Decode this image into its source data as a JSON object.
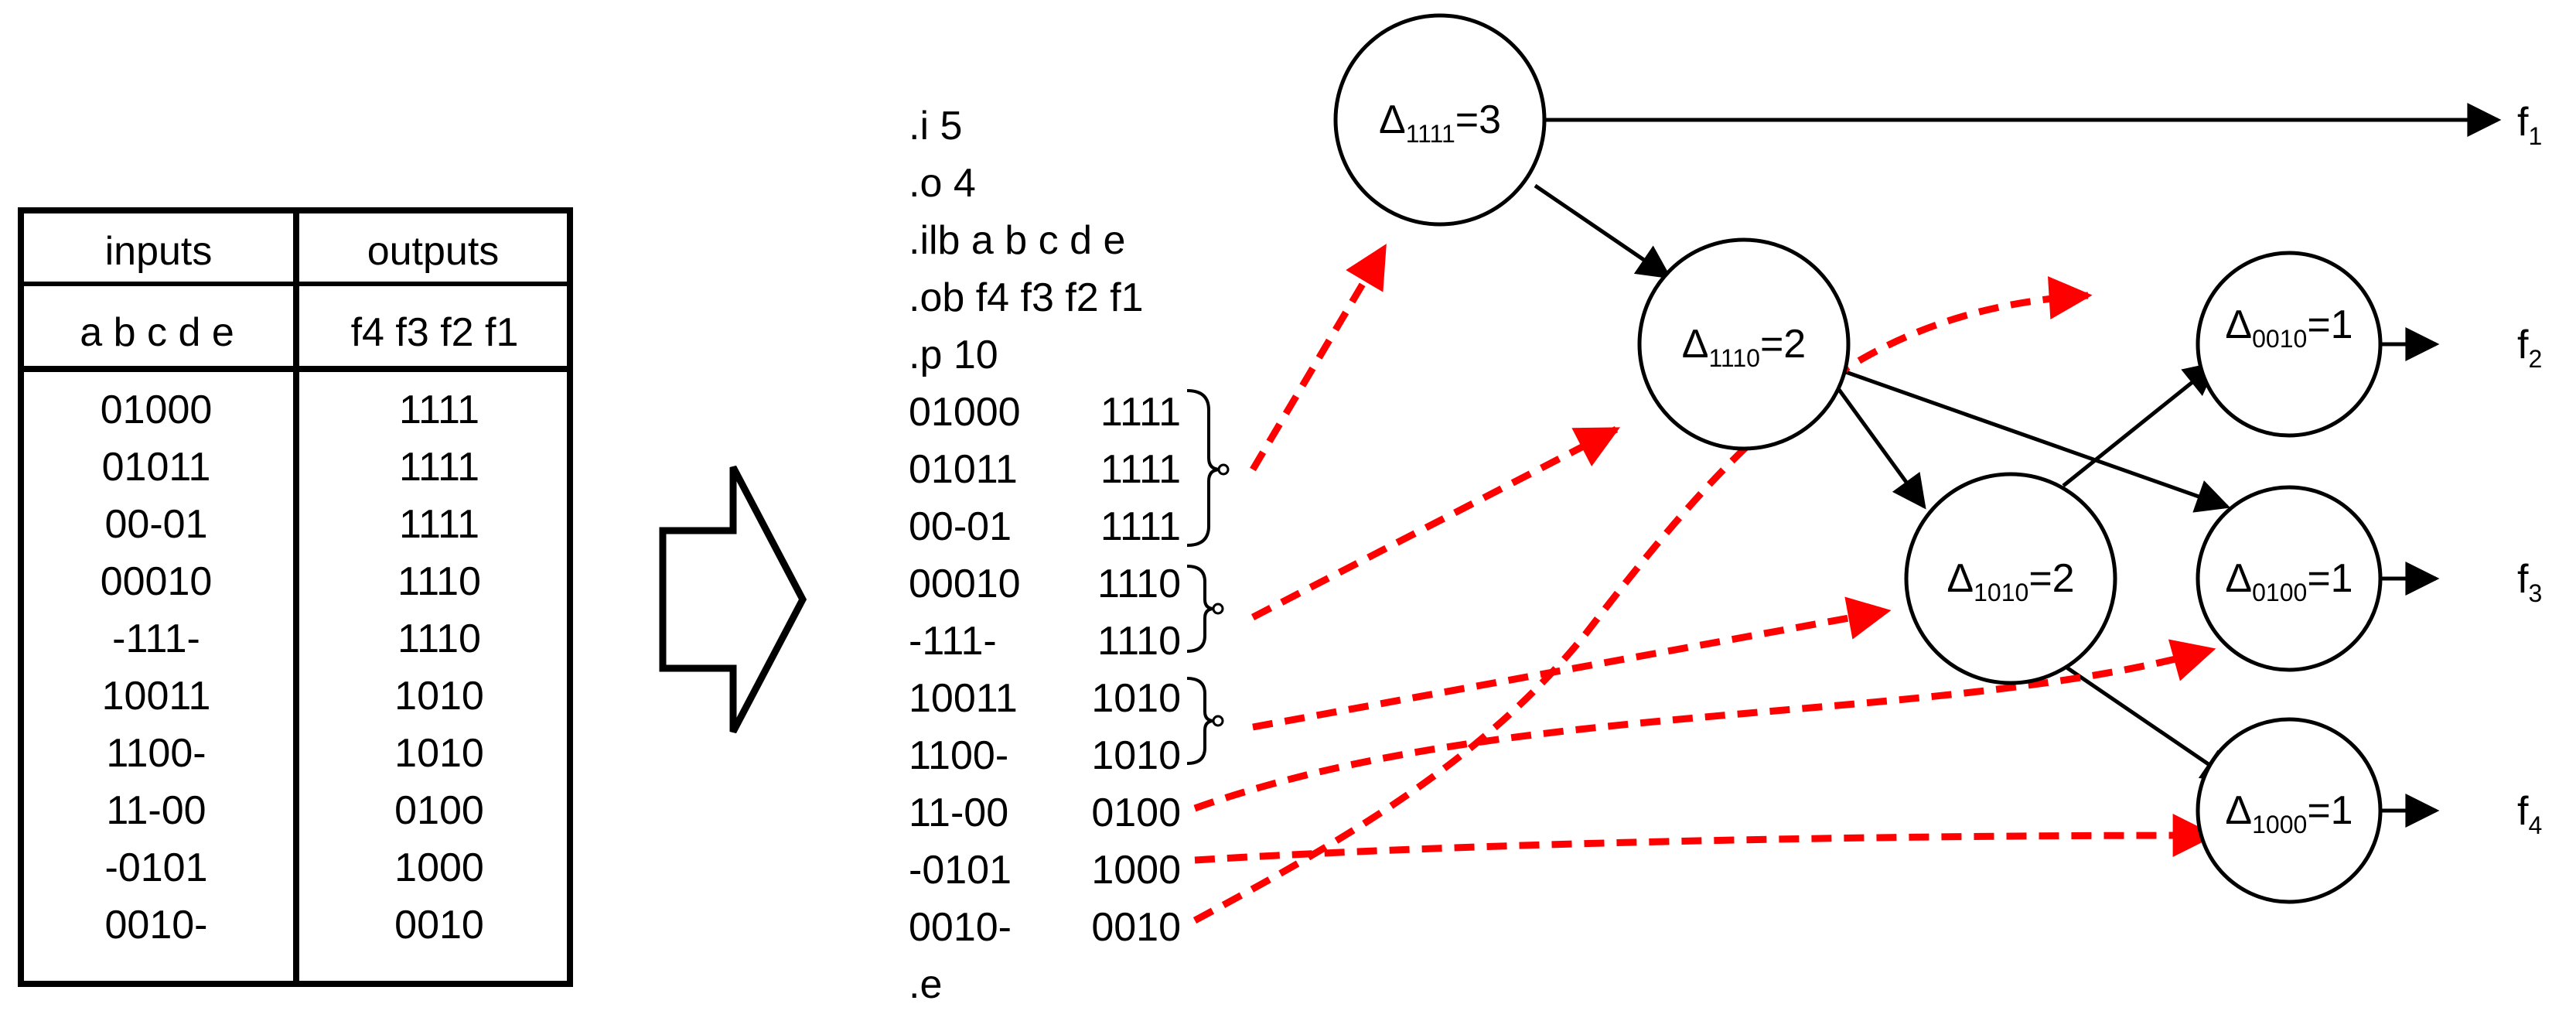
{
  "table": {
    "header_inputs": "inputs",
    "header_outputs": "outputs",
    "input_vars": "a b c d e",
    "output_vars": "f4 f3 f2 f1",
    "rows": [
      {
        "in": "01000",
        "out": "1111"
      },
      {
        "in": "01011",
        "out": "1111"
      },
      {
        "in": "00-01",
        "out": "1111"
      },
      {
        "in": "00010",
        "out": "1110"
      },
      {
        "in": "-111-",
        "out": "1110"
      },
      {
        "in": "10011",
        "out": "1010"
      },
      {
        "in": "1100-",
        "out": "1010"
      },
      {
        "in": "11-00",
        "out": "0100"
      },
      {
        "in": "-0101",
        "out": "1000"
      },
      {
        "in": "0010-",
        "out": "0010"
      }
    ]
  },
  "pla": {
    "header_lines": [
      ".i 5",
      ".o 4",
      ".ilb a b c d e",
      ".ob f4 f3 f2 f1",
      ".p 10"
    ],
    "rows": [
      {
        "in": "01000",
        "out": "1111"
      },
      {
        "in": "01011",
        "out": "1111"
      },
      {
        "in": "00-01",
        "out": "1111"
      },
      {
        "in": "00010",
        "out": "1110"
      },
      {
        "in": "-111-",
        "out": "1110"
      },
      {
        "in": "10011",
        "out": "1010"
      },
      {
        "in": "1100-",
        "out": "1010"
      },
      {
        "in": "11-00",
        "out": "0100"
      },
      {
        "in": "-0101",
        "out": "1000"
      },
      {
        "in": "0010-",
        "out": "0010"
      }
    ],
    "end_line": ".e"
  },
  "nodes": [
    {
      "id": "n1111",
      "delta": "Δ",
      "subscript": "1111",
      "value": "=3"
    },
    {
      "id": "n1110",
      "delta": "Δ",
      "subscript": "1110",
      "value": "=2"
    },
    {
      "id": "n1010",
      "delta": "Δ",
      "subscript": "1010",
      "value": "=2"
    },
    {
      "id": "n0010",
      "delta": "Δ",
      "subscript": "0010",
      "value": "=1"
    },
    {
      "id": "n0100",
      "delta": "Δ",
      "subscript": "0100",
      "value": "=1"
    },
    {
      "id": "n1000",
      "delta": "Δ",
      "subscript": "1000",
      "value": "=1"
    }
  ],
  "outputs": [
    {
      "base": "f",
      "sub": "1"
    },
    {
      "base": "f",
      "sub": "2"
    },
    {
      "base": "f",
      "sub": "3"
    },
    {
      "base": "f",
      "sub": "4"
    }
  ],
  "colors": {
    "line": "#000000",
    "dashed_arrow": "#ff0000",
    "background": "#ffffff"
  }
}
